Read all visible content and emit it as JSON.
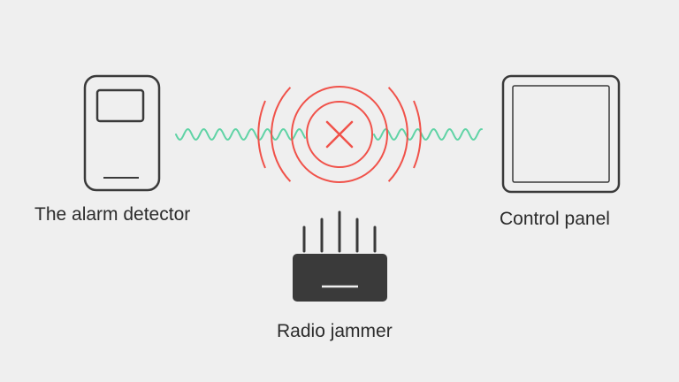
{
  "labels": {
    "detector": "The alarm detector",
    "control_panel": "Control panel",
    "jammer": "Radio jammer"
  },
  "colors": {
    "background": "#efefef",
    "device_stroke": "#3a3a3a",
    "signal_wave": "#5fd3a5",
    "jamming_rings": "#f0524a",
    "jammer_body": "#3a3a3a"
  },
  "icons": {
    "detector": "alarm-detector-icon",
    "control_panel": "control-panel-icon",
    "jammer": "radio-jammer-icon",
    "blocked": "cross-icon"
  }
}
